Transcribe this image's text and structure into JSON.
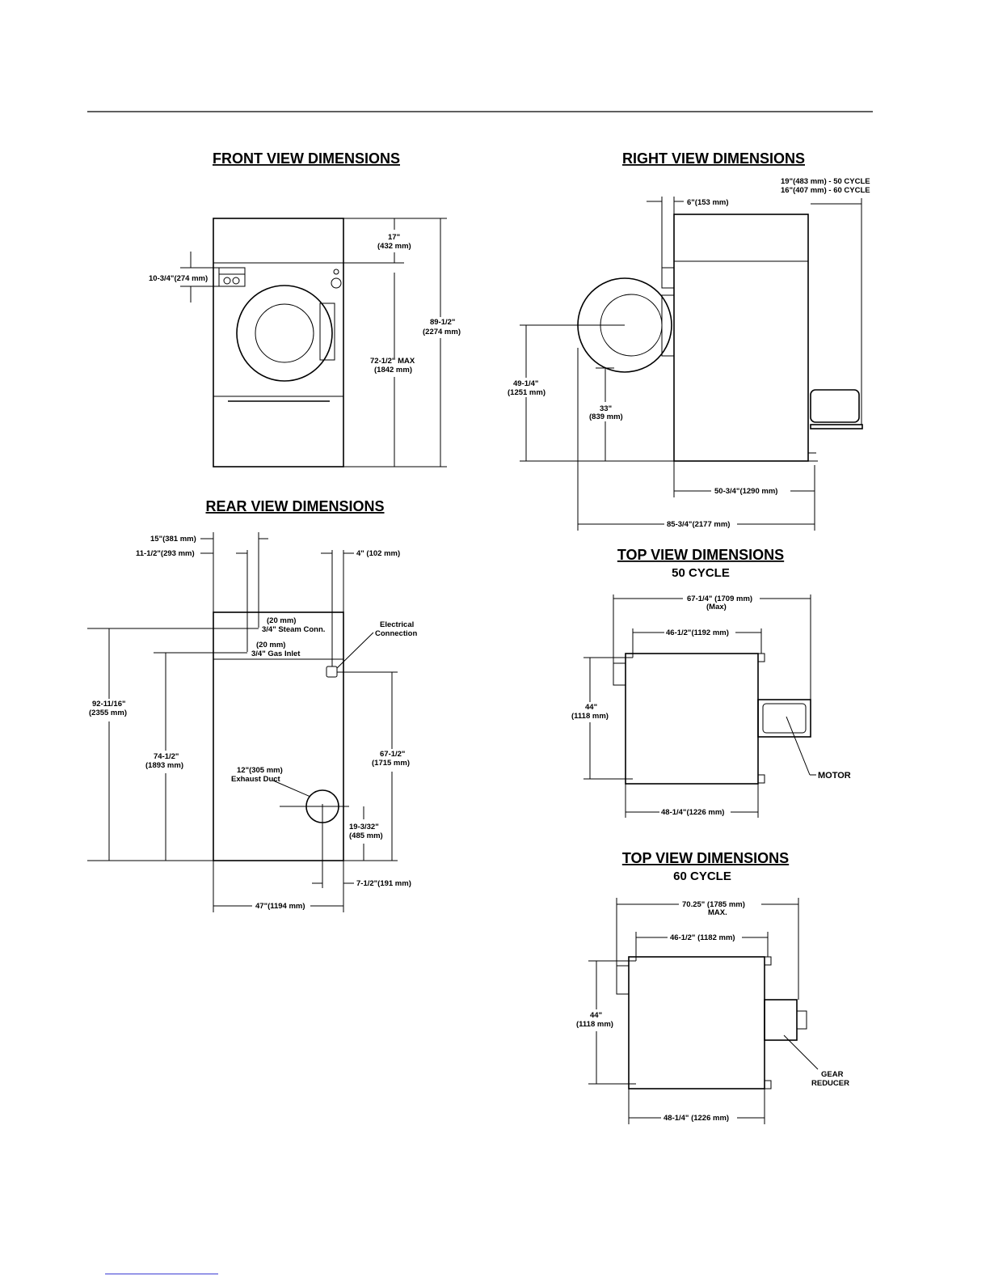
{
  "front": {
    "title": "FRONT VIEW DIMENSIONS",
    "dim_control": "10-3/4\"(274 mm)",
    "dim_top_in": "17\"",
    "dim_top_mm": "(432 mm)",
    "dim_overall_in": "89-1/2\"",
    "dim_overall_mm": "(2274 mm)",
    "dim_max_in": "72-1/2\" MAX",
    "dim_max_mm": "(1842 mm)"
  },
  "right": {
    "title": "RIGHT VIEW DIMENSIONS",
    "motor_50": "19\"(483 mm) - 50 CYCLE",
    "motor_60": "16\"(407 mm) - 60 CYCLE",
    "dim_6": "6\"(153 mm)",
    "dim_49_in": "49-1/4\"",
    "dim_49_mm": "(1251 mm)",
    "dim_33_in": "33\"",
    "dim_33_mm": "(839 mm)",
    "dim_50": "50-3/4\"(1290 mm)",
    "dim_85": "85-3/4\"(2177 mm)"
  },
  "rear": {
    "title": "REAR VIEW DIMENSIONS",
    "dim_15": "15\"(381 mm)",
    "dim_11": "11-1/2\"(293 mm)",
    "dim_4": "4\" (102 mm)",
    "steam_mm": "(20 mm)",
    "steam_label": "3/4\" Steam Conn.",
    "gas_mm": "(20 mm)",
    "gas_label": "3/4\" Gas Inlet",
    "electrical_1": "Electrical",
    "electrical_2": "Connection",
    "dim_92_in": "92-11/16\"",
    "dim_92_mm": "(2355 mm)",
    "dim_74_in": "74-1/2\"",
    "dim_74_mm": "(1893 mm)",
    "dim_67_in": "67-1/2\"",
    "dim_67_mm": "(1715 mm)",
    "exhaust_1": "12\"(305 mm)",
    "exhaust_2": "Exhaust Duct",
    "dim_19_in": "19-3/32\"",
    "dim_19_mm": "(485 mm)",
    "dim_7": "7-1/2\"(191 mm)",
    "dim_47": "47\"(1194 mm)"
  },
  "top50": {
    "title": "TOP VIEW DIMENSIONS",
    "subtitle": "50 CYCLE",
    "dim_67": "67-1/4\" (1709 mm)",
    "dim_67_note": "(Max)",
    "dim_46": "46-1/2\"(1192 mm)",
    "dim_44_in": "44\"",
    "dim_44_mm": "(1118 mm)",
    "motor": "MOTOR",
    "dim_48": "48-1/4\"(1226 mm)"
  },
  "top60": {
    "title": "TOP VIEW DIMENSIONS",
    "subtitle": "60 CYCLE",
    "dim_70": "70.25\" (1785 mm)",
    "dim_70_note": "MAX.",
    "dim_46": "46-1/2\" (1182 mm)",
    "dim_44_in": "44\"",
    "dim_44_mm": "(1118 mm)",
    "gear_1": "GEAR",
    "gear_2": "REDUCER",
    "dim_48": "48-1/4\" (1226 mm)"
  }
}
